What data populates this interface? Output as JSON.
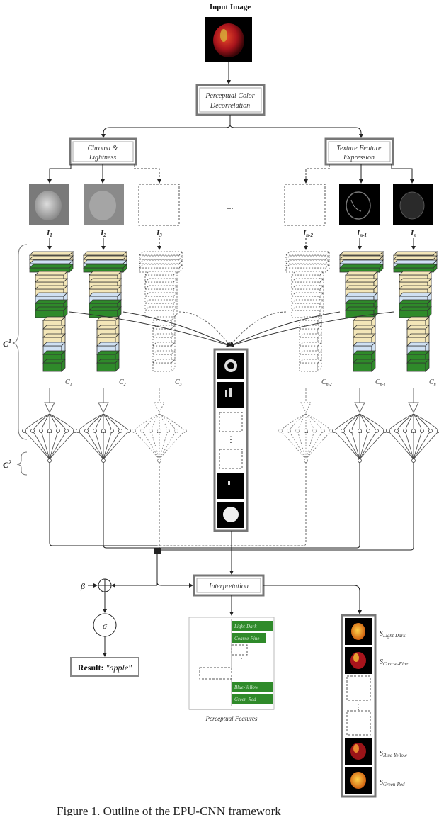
{
  "input_title": "Input Image",
  "perceptual": {
    "line1": "Perceptual Color",
    "line2": "Decorrelation"
  },
  "chroma": {
    "line1": "Chroma &",
    "line2": "Lightness"
  },
  "texture": {
    "line1": "Texture Feature",
    "line2": "Expression"
  },
  "ellipsis": "...",
  "i_labels": [
    "I",
    "I",
    "I",
    "I",
    "I",
    "I"
  ],
  "i_subs": [
    "1",
    "2",
    "3",
    "n-2",
    "n-1",
    "n"
  ],
  "c_labels": [
    "C",
    "C",
    "C",
    "C",
    "C",
    "C"
  ],
  "c_subs": [
    "1",
    "2",
    "3",
    "n-2",
    "n-1",
    "n"
  ],
  "group1": {
    "label": "C",
    "sup": "1"
  },
  "group2": {
    "label": "C",
    "sup": "2"
  },
  "beta": "β",
  "sigma": "σ",
  "interpretation": "Interpretation",
  "result": {
    "label": "Result:",
    "value": "\"apple\""
  },
  "bars": [
    "Light-Dark",
    "Coarse-Fine",
    "Blue-Yellow",
    "Green-Red"
  ],
  "features_label": "Perceptual Features",
  "s_labels": [
    {
      "main": "S",
      "sub": "Light-Dark"
    },
    {
      "main": "S",
      "sub": "Coarse-Fine"
    },
    {
      "main": "S",
      "sub": "Blue-Yellow"
    },
    {
      "main": "S",
      "sub": "Green-Red"
    }
  ],
  "caption": "Figure 1. Outline of the EPU-CNN framework",
  "colors": {
    "green": "#2f8a2a",
    "cream": "#f3e6b8",
    "blue": "#cfe0f2",
    "apple": "#b01820"
  }
}
